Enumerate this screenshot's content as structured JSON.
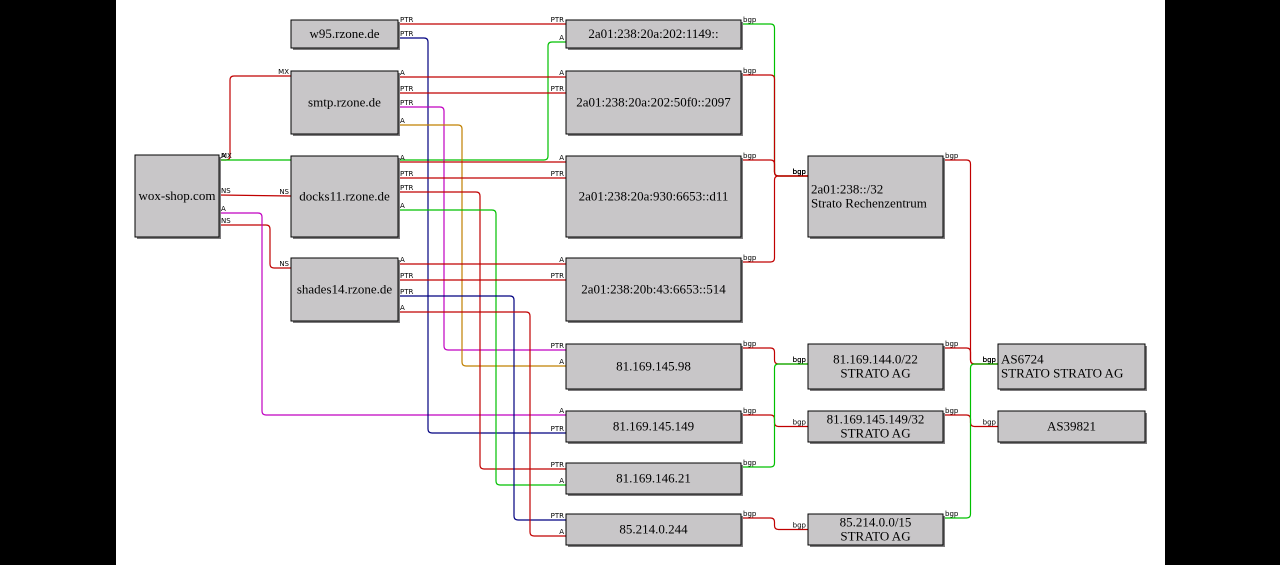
{
  "colors": {
    "background": "#ffffff",
    "outer": "#000000",
    "node_fill": "#c8c6c8",
    "red": "#c00000",
    "green": "#00c000",
    "blue": "#000080",
    "magenta": "#c000c0",
    "orange": "#c08000"
  },
  "nodes": [
    {
      "id": "wox",
      "lines": [
        "wox-shop.com"
      ]
    },
    {
      "id": "w95",
      "lines": [
        "w95.rzone.de"
      ]
    },
    {
      "id": "smtp",
      "lines": [
        "smtp.rzone.de"
      ]
    },
    {
      "id": "docks11",
      "lines": [
        "docks11.rzone.de"
      ]
    },
    {
      "id": "shades14",
      "lines": [
        "shades14.rzone.de"
      ]
    },
    {
      "id": "ip6a",
      "lines": [
        "2a01:238:20a:202:1149::"
      ]
    },
    {
      "id": "ip6b",
      "lines": [
        "2a01:238:20a:202:50f0::2097"
      ]
    },
    {
      "id": "ip6c",
      "lines": [
        "2a01:238:20a:930:6653::d11"
      ]
    },
    {
      "id": "ip6d",
      "lines": [
        "2a01:238:20b:43:6653::514"
      ]
    },
    {
      "id": "ip4a",
      "lines": [
        "81.169.145.98"
      ]
    },
    {
      "id": "ip4b",
      "lines": [
        "81.169.145.149"
      ]
    },
    {
      "id": "ip4c",
      "lines": [
        "81.169.146.21"
      ]
    },
    {
      "id": "ip4d",
      "lines": [
        "85.214.0.244"
      ]
    },
    {
      "id": "net6",
      "lines": [
        "2a01:238::/32",
        "Strato Rechenzentrum"
      ]
    },
    {
      "id": "net4a",
      "lines": [
        "81.169.144.0/22",
        "STRATO AG"
      ]
    },
    {
      "id": "net4b",
      "lines": [
        "81.169.145.149/32",
        "STRATO AG"
      ]
    },
    {
      "id": "net4c",
      "lines": [
        "85.214.0.0/15",
        "STRATO AG"
      ]
    },
    {
      "id": "as6724",
      "lines": [
        "AS6724",
        "STRATO STRATO AG"
      ]
    },
    {
      "id": "as39821",
      "lines": [
        "AS39821"
      ]
    }
  ],
  "edges": [
    {
      "from": "wox",
      "to": "smtp",
      "label": "MX",
      "color": "red"
    },
    {
      "from": "wox",
      "to": "docks11",
      "label": "NS",
      "color": "red"
    },
    {
      "from": "wox",
      "to": "shades14",
      "label": "NS",
      "color": "red"
    },
    {
      "from": "wox",
      "to": "ip6a",
      "label": "A",
      "color": "green"
    },
    {
      "from": "wox",
      "to": "ip4b",
      "label": "A",
      "color": "magenta"
    },
    {
      "from": "w95",
      "to": "ip6a",
      "label": "PTR",
      "color": "red"
    },
    {
      "from": "w95",
      "to": "ip4b",
      "label": "PTR",
      "color": "blue"
    },
    {
      "from": "smtp",
      "to": "ip6b",
      "label": "A",
      "color": "red"
    },
    {
      "from": "smtp",
      "to": "ip6b",
      "label": "PTR",
      "color": "red"
    },
    {
      "from": "smtp",
      "to": "ip4a",
      "label": "PTR",
      "color": "magenta"
    },
    {
      "from": "smtp",
      "to": "ip4a",
      "label": "A",
      "color": "orange"
    },
    {
      "from": "docks11",
      "to": "ip6c",
      "label": "A",
      "color": "red"
    },
    {
      "from": "docks11",
      "to": "ip6c",
      "label": "PTR",
      "color": "red"
    },
    {
      "from": "docks11",
      "to": "ip4c",
      "label": "PTR",
      "color": "red"
    },
    {
      "from": "docks11",
      "to": "ip4c",
      "label": "A",
      "color": "green"
    },
    {
      "from": "shades14",
      "to": "ip6d",
      "label": "A",
      "color": "red"
    },
    {
      "from": "shades14",
      "to": "ip6d",
      "label": "PTR",
      "color": "red"
    },
    {
      "from": "shades14",
      "to": "ip4d",
      "label": "PTR",
      "color": "blue"
    },
    {
      "from": "shades14",
      "to": "ip4d",
      "label": "A",
      "color": "red"
    },
    {
      "from": "ip6a",
      "to": "net6",
      "label": "bgp",
      "color": "green"
    },
    {
      "from": "ip6b",
      "to": "net6",
      "label": "bgp",
      "color": "red"
    },
    {
      "from": "ip6c",
      "to": "net6",
      "label": "bgp",
      "color": "red"
    },
    {
      "from": "ip6d",
      "to": "net6",
      "label": "bgp",
      "color": "red"
    },
    {
      "from": "ip4a",
      "to": "net4a",
      "label": "bgp",
      "color": "red"
    },
    {
      "from": "ip4b",
      "to": "net4b",
      "label": "bgp",
      "color": "red"
    },
    {
      "from": "ip4c",
      "to": "net4a",
      "label": "bgp",
      "color": "green"
    },
    {
      "from": "ip4d",
      "to": "net4c",
      "label": "bgp",
      "color": "red"
    },
    {
      "from": "net6",
      "to": "as6724",
      "label": "bgp",
      "color": "red"
    },
    {
      "from": "net4a",
      "to": "as6724",
      "label": "bgp",
      "color": "red"
    },
    {
      "from": "net4b",
      "to": "as39821",
      "label": "bgp",
      "color": "red"
    },
    {
      "from": "net4c",
      "to": "as6724",
      "label": "bgp",
      "color": "green"
    }
  ]
}
